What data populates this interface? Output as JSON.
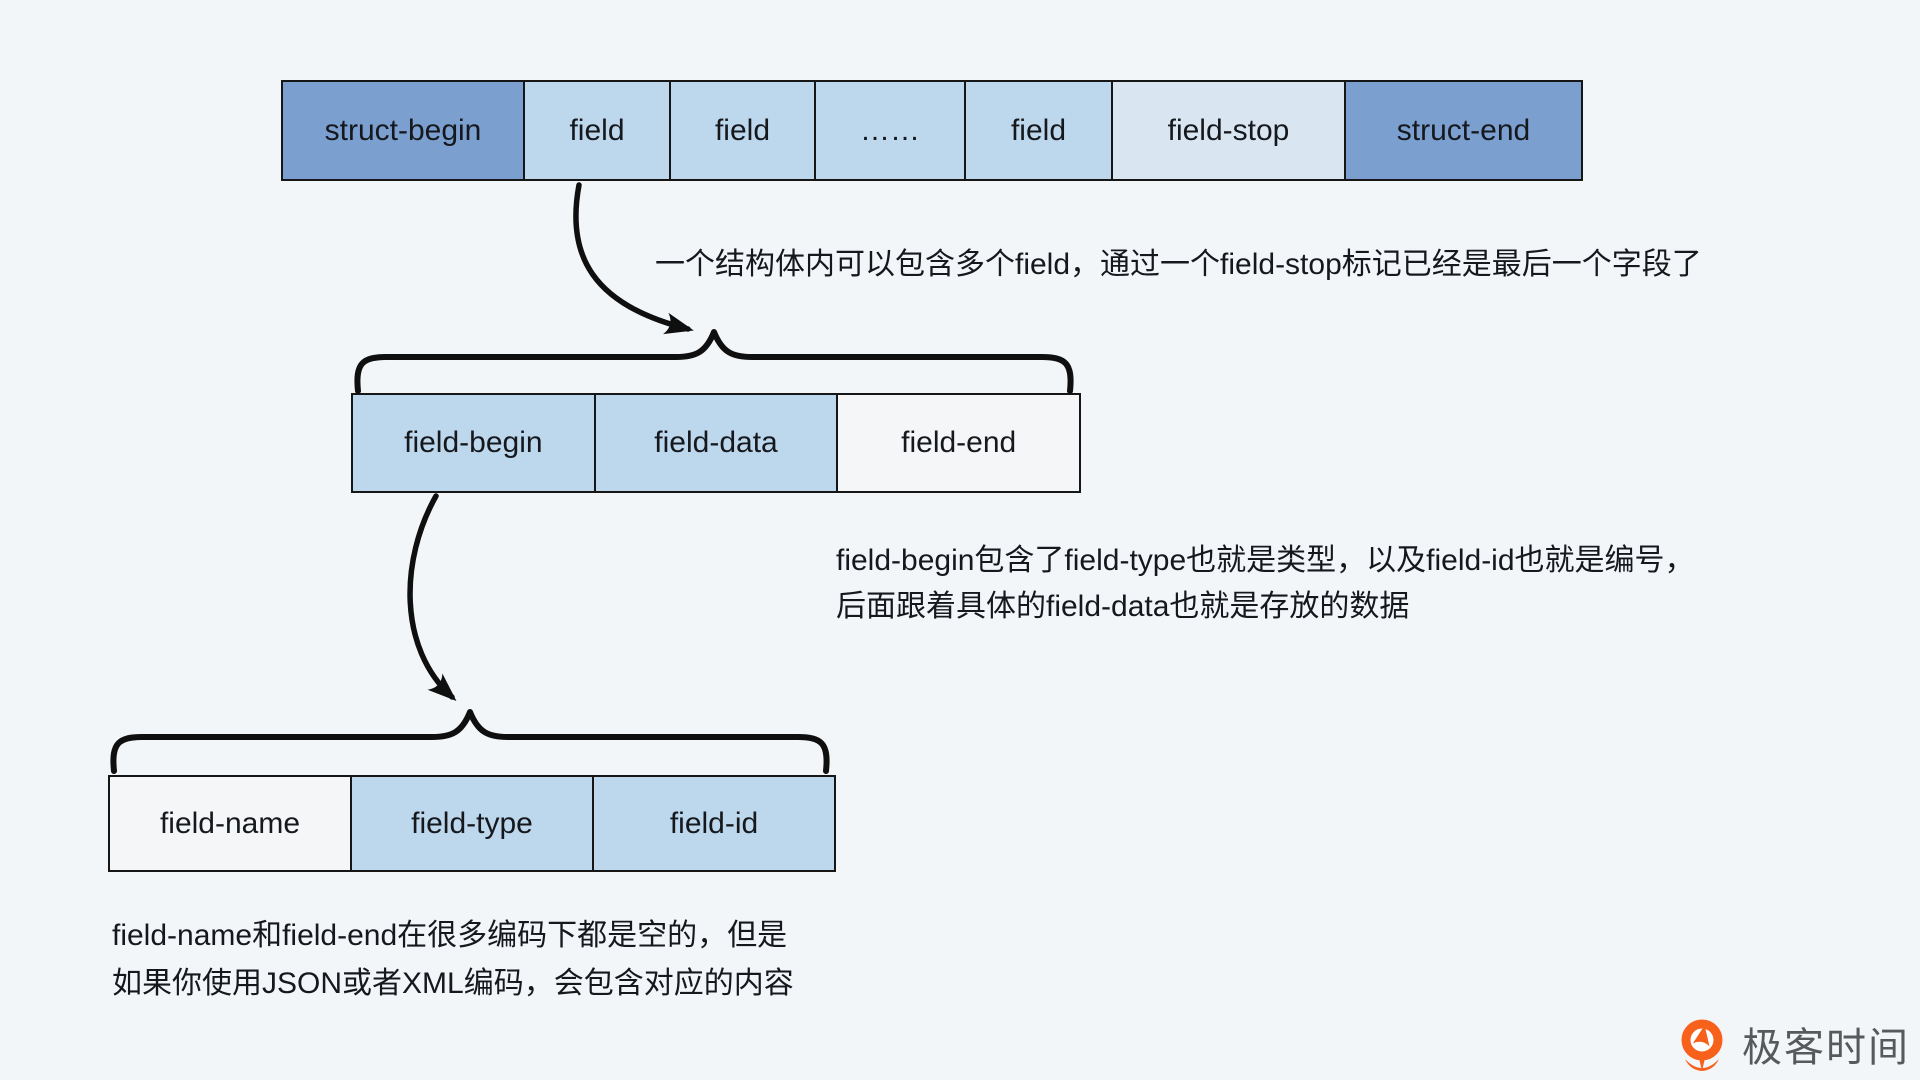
{
  "struct_row": {
    "cells": [
      {
        "label": "struct-begin"
      },
      {
        "label": "field"
      },
      {
        "label": "field"
      },
      {
        "label": "……"
      },
      {
        "label": "field"
      },
      {
        "label": "field-stop"
      },
      {
        "label": "struct-end"
      }
    ]
  },
  "field_row": {
    "cells": [
      {
        "label": "field-begin"
      },
      {
        "label": "field-data"
      },
      {
        "label": "field-end"
      }
    ]
  },
  "field_begin_row": {
    "cells": [
      {
        "label": "field-name"
      },
      {
        "label": "field-type"
      },
      {
        "label": "field-id"
      }
    ]
  },
  "annotations": {
    "struct_note": "一个结构体内可以包含多个field，通过一个field-stop标记已经是最后一个字段了",
    "field_note_line1": "field-begin包含了field-type也就是类型，以及field-id也就是编号，",
    "field_note_line2": "后面跟着具体的field-data也就是存放的数据",
    "name_note_line1": "field-name和field-end在很多编码下都是空的，但是",
    "name_note_line2": "如果你使用JSON或者XML编码，会包含对应的内容"
  },
  "logo": {
    "text": "极客时间",
    "icon": "geektime-logo-icon"
  },
  "colors": {
    "background": "#f3f6f9",
    "cell_dark_blue": "#7ba0d0",
    "cell_light_blue": "#bdd7ec",
    "cell_pale_blue": "#d9e6f2",
    "cell_white": "#f5f6f8",
    "border_black": "#161616",
    "annotation_text": "#15181d",
    "logo_orange": "#f8611c",
    "logo_text_gray": "#57595c"
  }
}
